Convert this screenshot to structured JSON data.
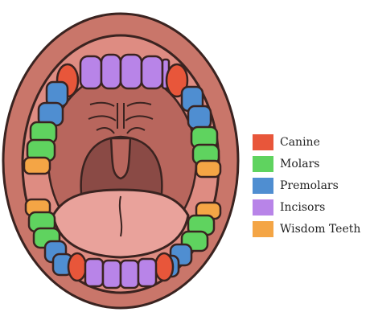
{
  "legend": {
    "items": [
      {
        "key": "canine",
        "label": "Canine",
        "color": "#e8563a"
      },
      {
        "key": "molars",
        "label": "Molars",
        "color": "#5fd35f"
      },
      {
        "key": "premolars",
        "label": "Premolars",
        "color": "#4f8ed1"
      },
      {
        "key": "incisors",
        "label": "Incisors",
        "color": "#b884e8"
      },
      {
        "key": "wisdom",
        "label": "Wisdom Teeth",
        "color": "#f4a545"
      }
    ]
  },
  "colors": {
    "lips": "#c9766a",
    "gum": "#de8c82",
    "inner_mouth": "#b8665d",
    "throat": "#8a4a45",
    "tongue": "#e9a29b",
    "outline": "#3a2320"
  }
}
